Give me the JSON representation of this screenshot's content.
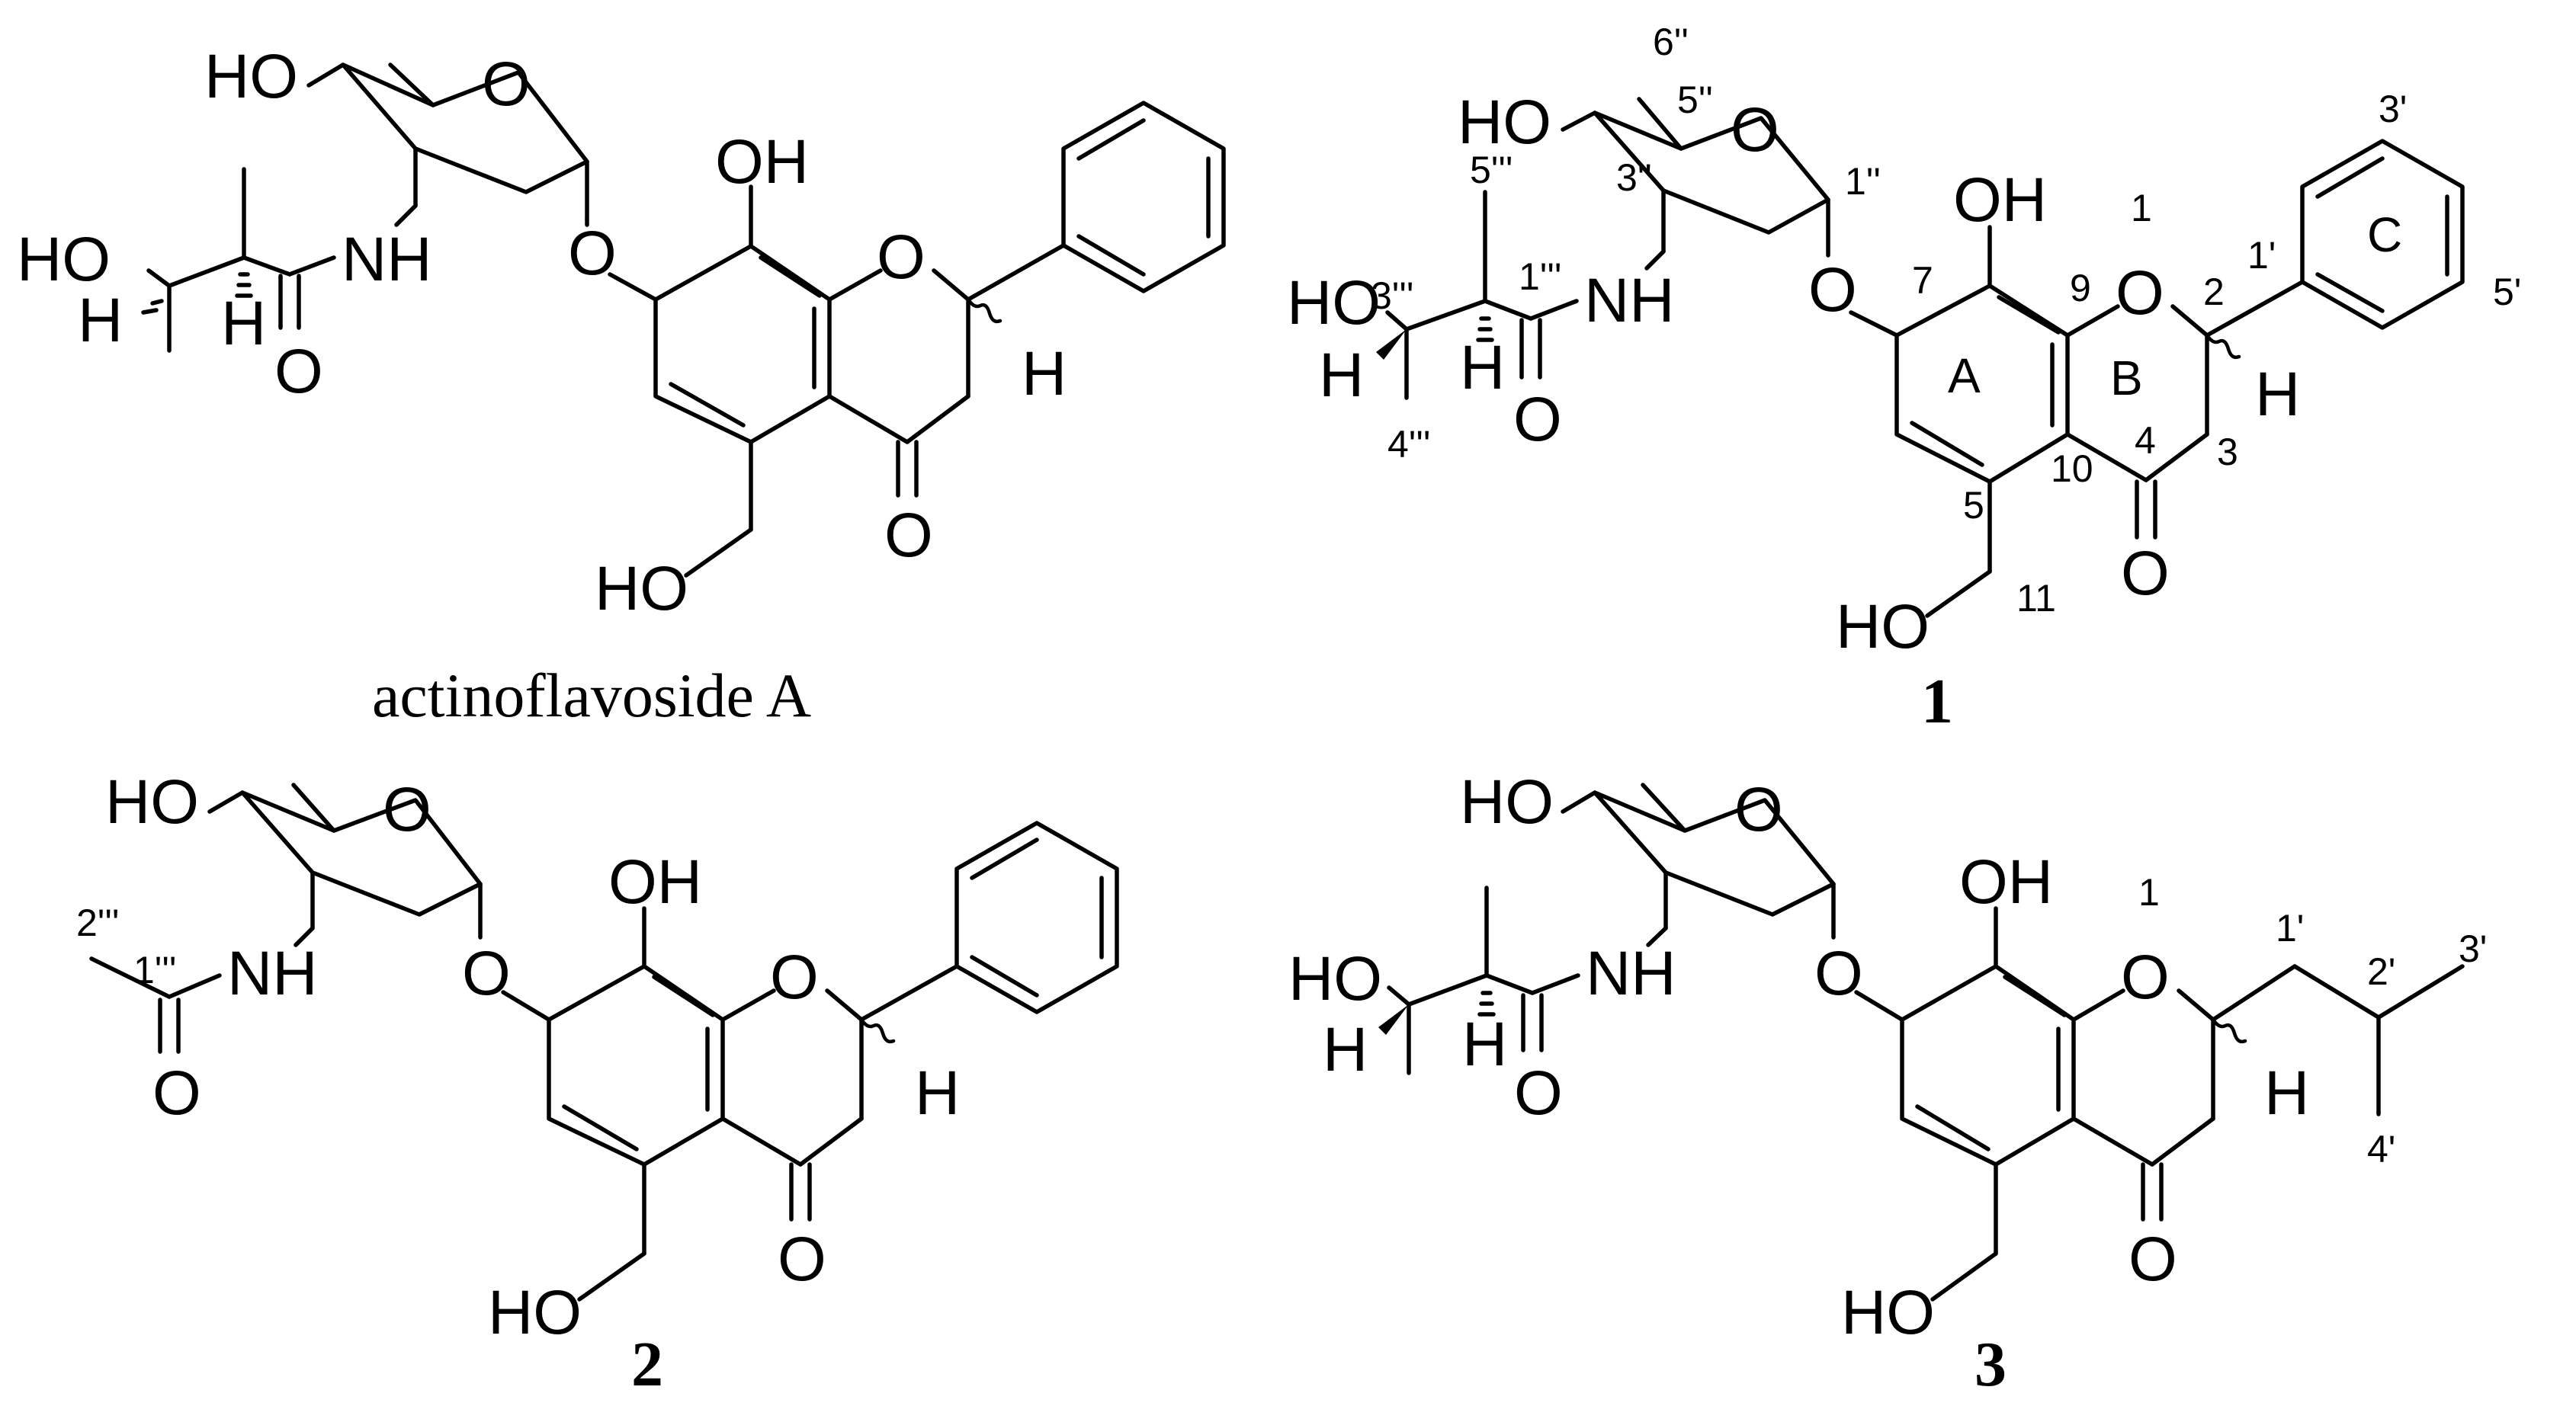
{
  "figure": {
    "captions": {
      "actinoflavoside": "actinoflavoside A",
      "c1": "1",
      "c2": "2",
      "c3": "3"
    },
    "atoms": {
      "HO": "HO",
      "OH": "OH",
      "O": "O",
      "NH": "NH",
      "H": "H"
    },
    "rings": {
      "A": "A",
      "B": "B",
      "C": "C"
    },
    "numbering": {
      "n6pp": "6''",
      "n5pp": "5''",
      "n3pp": "3''",
      "n1pp": "1''",
      "n5ppp": "5'''",
      "n3ppp": "3'''",
      "n1ppp": "1'''",
      "n4ppp": "4'''",
      "n1": "1",
      "n2": "2",
      "n3": "3",
      "n4": "4",
      "n5": "5",
      "n7": "7",
      "n9": "9",
      "n10": "10",
      "n11": "11",
      "n1p": "1'",
      "n3p": "3'",
      "n5p": "5'",
      "c2_2ppp": "2'''",
      "c2_1ppp": "1'''",
      "c3_1": "1",
      "c3_1p": "1'",
      "c3_2p": "2'",
      "c3_3p": "3'",
      "c3_4p": "4'"
    }
  }
}
